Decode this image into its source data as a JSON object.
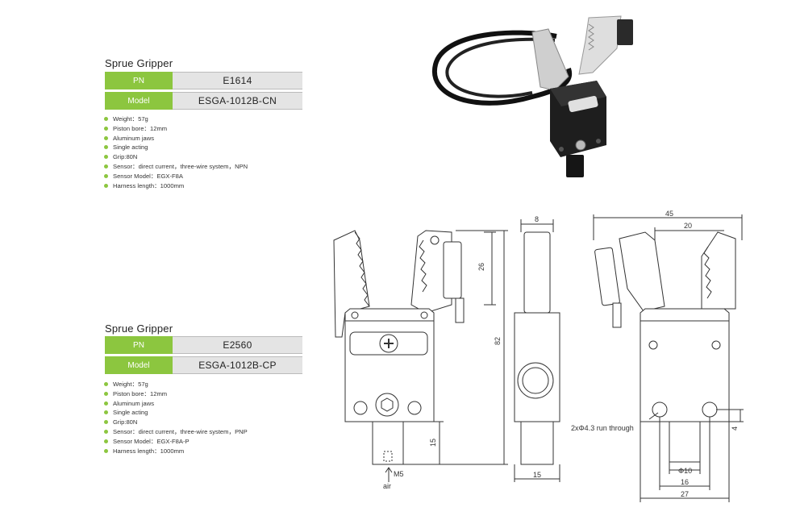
{
  "products": [
    {
      "title": "Sprue Gripper",
      "pn_label": "PN",
      "pn_value": "E1614",
      "model_label": "Model",
      "model_value": "ESGA-1012B-CN",
      "specs": [
        "Weight：57g",
        "Piston bore：12mm",
        "Aluminum jaws",
        "Single acting",
        "Grip:80N",
        "Sensor：direct current，three-wire system，NPN",
        "Sensor Model：EGX-F8A",
        "Harness length：1000mm"
      ]
    },
    {
      "title": "Sprue Gripper",
      "pn_label": "PN",
      "pn_value": "E2560",
      "model_label": "Model",
      "model_value": "ESGA-1012B-CP",
      "specs": [
        "Weight：57g",
        "Piston bore：12mm",
        "Aluminum jaws",
        "Single acting",
        "Grip:80N",
        "Sensor：direct current，three-wire system，PNP",
        "Sensor Model：EGX-F8A-P",
        "Harness length：1000mm"
      ]
    }
  ],
  "drawing": {
    "dims": {
      "d26": "26",
      "d82": "82",
      "d15v": "15",
      "d8": "8",
      "d15h": "15",
      "d45": "45",
      "d20": "20",
      "d16": "16",
      "d27": "27",
      "d10": "Φ10",
      "d4": "4"
    },
    "notes": {
      "port": "M5",
      "air": "air",
      "holes": "2xΦ4.3 run through"
    }
  },
  "colors": {
    "accent_green": "#8cc63f",
    "value_gray": "#e4e4e4"
  }
}
